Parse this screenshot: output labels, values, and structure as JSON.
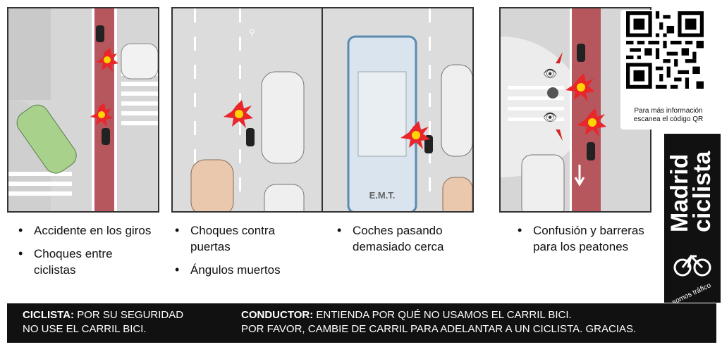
{
  "panels": [
    {
      "bullets": [
        "Accidente en los giros",
        "Choques entre ciclistas"
      ]
    },
    {
      "bullets": [
        "Choques contra puertas",
        "Ángulos muertos"
      ]
    },
    {
      "bullets": [
        "Coches pasando demasiado cerca"
      ]
    },
    {
      "bullets": [
        "Confusión y barreras para los peatones"
      ]
    }
  ],
  "bus_label": "E.M.T.",
  "qr": {
    "caption_line1": "Para más información",
    "caption_line2": "escanea el código QR"
  },
  "brand": {
    "line1": "Madrid",
    "line2": "ciclista",
    "tagline": "somos tráfico"
  },
  "footer": {
    "cyclist_label": "CICLISTA:",
    "cyclist_text_1": "POR SU SEGURIDAD",
    "cyclist_text_2": "NO USE EL CARRIL BICI.",
    "driver_label": "CONDUCTOR:",
    "driver_text_1": "ENTIENDA POR QUÉ NO USAMOS EL CARRIL BICI.",
    "driver_text_2": "POR FAVOR, CAMBIE DE CARRIL PARA ADELANTAR A UN CICLISTA. GRACIAS."
  },
  "colors": {
    "bike_lane": "#b5575d",
    "crash": "#e8262b",
    "crash_core": "#ffd400",
    "road": "#d6d6d6",
    "footer_bg": "#111111"
  }
}
